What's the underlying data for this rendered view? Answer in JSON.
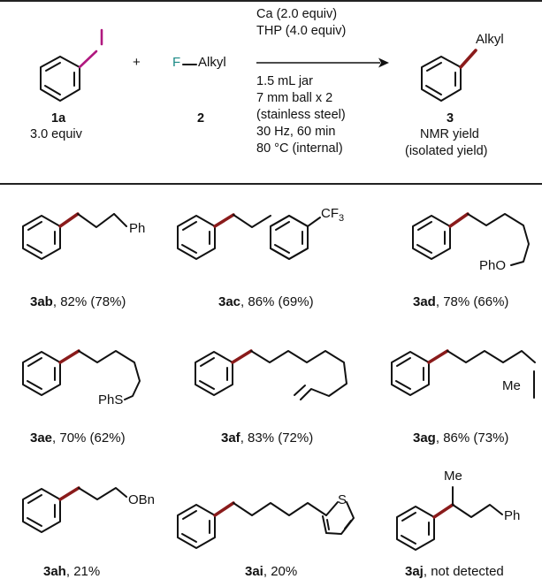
{
  "colors": {
    "new_bond": "#8a1b1b",
    "iodine": "#b0187f",
    "fluorine": "#1c8a86"
  },
  "header": {
    "plus_sign": "+",
    "reagent_1": {
      "label": "1a",
      "equiv": "3.0 equiv"
    },
    "reagent_2": {
      "atom": "F",
      "group": "Alkyl",
      "label": "2"
    },
    "conditions": [
      "Ca (2.0 equiv)",
      "THP (4.0 equiv)",
      "1.5 mL jar",
      "7 mm ball x 2",
      "(stainless steel)",
      "30 Hz, 60 min",
      "80 °C (internal)"
    ],
    "product": {
      "group": "Alkyl",
      "label": "3",
      "yield_1": "NMR yield",
      "yield_2": "(isolated yield)"
    }
  },
  "products": [
    {
      "id": "3ab",
      "result": ", 82% (78%)",
      "group": "Ph"
    },
    {
      "id": "3ac",
      "result": ", 86% (69%)",
      "group": "CF",
      "subscript": "3"
    },
    {
      "id": "3ad",
      "result": ", 78% (66%)",
      "group": "PhO"
    },
    {
      "id": "3ae",
      "result": ", 70% (62%)",
      "group": "PhS"
    },
    {
      "id": "3af",
      "result": ", 83% (72%)"
    },
    {
      "id": "3ag",
      "result": ", 86% (73%)",
      "group": "Me"
    },
    {
      "id": "3ah",
      "result": ", 21%",
      "group": "OBn"
    },
    {
      "id": "3ai",
      "result": ", 20%",
      "heteroatom": "S"
    },
    {
      "id": "3aj",
      "result": ", not detected",
      "group_top": "Me",
      "group": "Ph"
    }
  ]
}
